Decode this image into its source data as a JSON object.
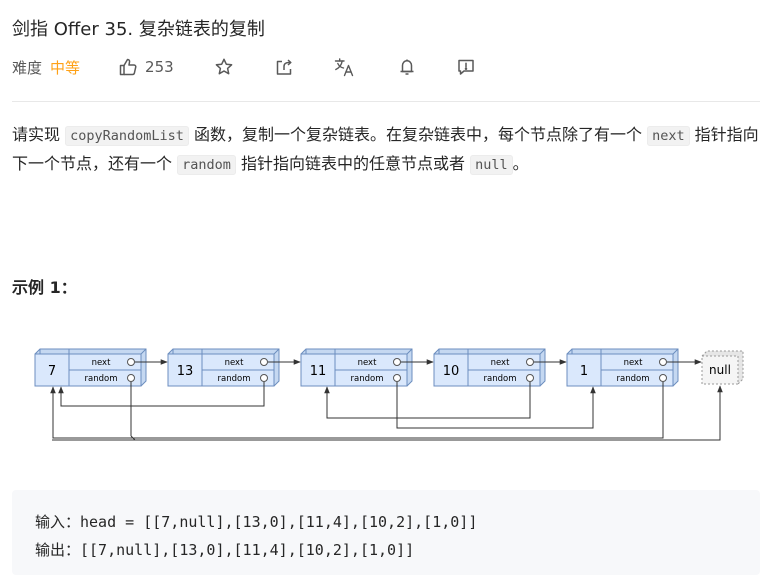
{
  "problem": {
    "title": "剑指 Offer 35. 复杂链表的复制",
    "difficulty_label": "难度",
    "difficulty_value": "中等",
    "likes": "253",
    "colors": {
      "difficulty": "#ffa116",
      "node_fill": "#dae8fc",
      "node_stroke": "#6c8ebf",
      "null_fill": "#f5f5f5",
      "null_stroke": "#999999"
    }
  },
  "toolbar": {
    "icons": [
      "thumbs-up-icon",
      "star-icon",
      "share-icon",
      "translate-icon",
      "bell-icon",
      "feedback-icon"
    ]
  },
  "description": {
    "p1_a": "请实现 ",
    "code_fn": "copyRandomList",
    "p1_b": " 函数，复制一个复杂链表。在复杂链表中，每个节点除了有一个 ",
    "code_next": "next",
    "p1_c": " 指针指向下一个节点，还有一个 ",
    "code_random": "random",
    "p1_d": " 指针指向链表中的任意节点或者 ",
    "code_null": "null",
    "p1_e": "。"
  },
  "example": {
    "title": "示例 1：",
    "input_line": "输入：head = [[7,null],[13,0],[11,4],[10,2],[1,0]]",
    "output_line": "输出：[[7,null],[13,0],[11,4],[10,2],[1,0]]"
  },
  "diagram": {
    "nodes": [
      "7",
      "13",
      "11",
      "10",
      "1"
    ],
    "next_label": "next",
    "random_label": "random",
    "null_label": "null",
    "random_targets": [
      null,
      0,
      4,
      2,
      0
    ]
  }
}
